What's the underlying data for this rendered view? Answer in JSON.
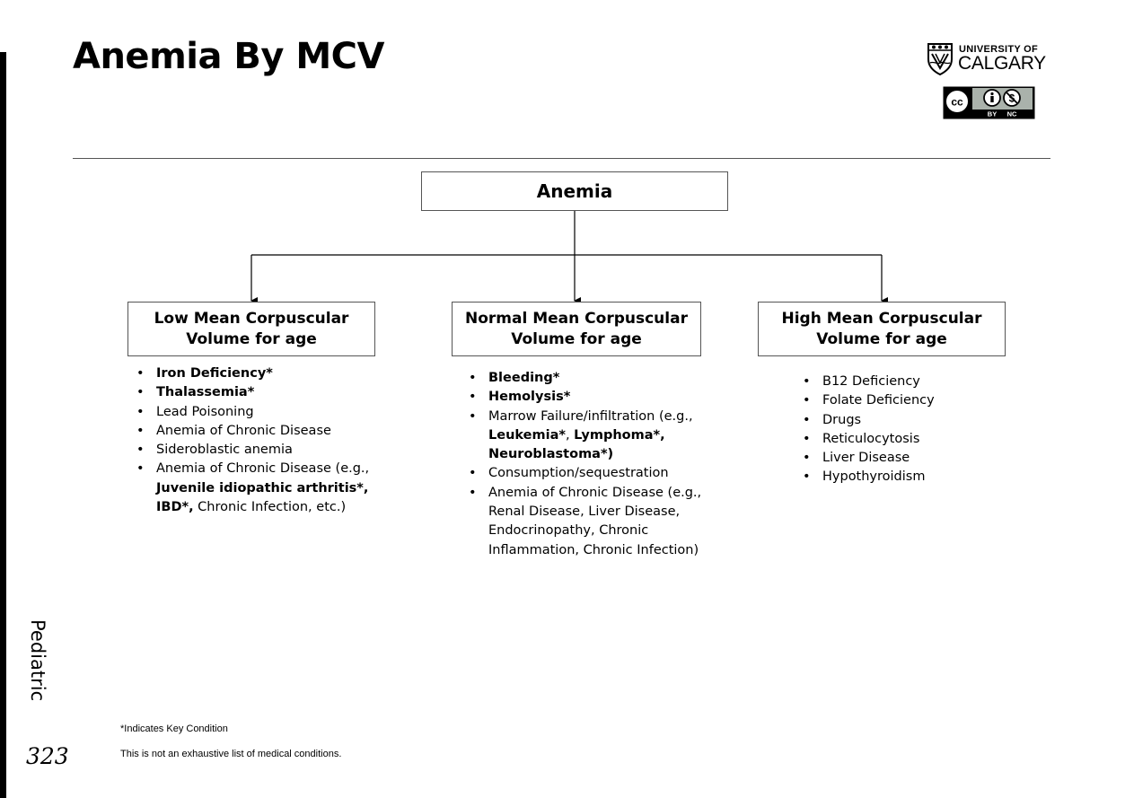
{
  "page": {
    "title": "Anemia By MCV",
    "side_label": "Pediatric",
    "page_number": "323"
  },
  "logo": {
    "line1": "UNIVERSITY OF",
    "line2": "CALGARY",
    "license_icon": "cc-by-nc-icon",
    "license_labels": [
      "BY",
      "NC"
    ]
  },
  "diagram": {
    "root": "Anemia",
    "categories": [
      {
        "title": "Low Mean Corpuscular Volume for age",
        "items": [
          [
            {
              "t": "Iron Deficiency*",
              "b": true
            }
          ],
          [
            {
              "t": "Thalassemia*",
              "b": true
            }
          ],
          [
            {
              "t": "Lead Poisoning",
              "b": false
            }
          ],
          [
            {
              "t": "Anemia of Chronic Disease",
              "b": false
            }
          ],
          [
            {
              "t": "Sideroblastic anemia",
              "b": false
            }
          ],
          [
            {
              "t": "Anemia of Chronic Disease (e.g., ",
              "b": false
            },
            {
              "t": "Juvenile idiopathic arthritis*, IBD*,",
              "b": true
            },
            {
              "t": " Chronic Infection, etc.)",
              "b": false
            }
          ]
        ]
      },
      {
        "title": "Normal Mean Corpuscular Volume for age",
        "items": [
          [
            {
              "t": "Bleeding*",
              "b": true
            }
          ],
          [
            {
              "t": "Hemolysis*",
              "b": true
            }
          ],
          [
            {
              "t": "Marrow Failure/infiltration (e.g., ",
              "b": false
            },
            {
              "t": "Leukemia*",
              "b": true
            },
            {
              "t": ", ",
              "b": false
            },
            {
              "t": "Lymphoma*, Neuroblastoma*)",
              "b": true
            }
          ],
          [
            {
              "t": "Consumption/sequestration",
              "b": false
            }
          ],
          [
            {
              "t": "Anemia of Chronic Disease (e.g., Renal Disease, Liver Disease, Endocrinopathy, Chronic Inflammation, Chronic Infection)",
              "b": false
            }
          ]
        ]
      },
      {
        "title": "High Mean Corpuscular Volume for age",
        "items": [
          [
            {
              "t": "B12 Deficiency",
              "b": false
            }
          ],
          [
            {
              "t": "Folate Deficiency",
              "b": false
            }
          ],
          [
            {
              "t": "Drugs",
              "b": false
            }
          ],
          [
            {
              "t": "Reticulocytosis",
              "b": false
            }
          ],
          [
            {
              "t": "Liver Disease",
              "b": false
            }
          ],
          [
            {
              "t": "Hypothyroidism",
              "b": false
            }
          ]
        ]
      }
    ]
  },
  "footnotes": {
    "key": "*Indicates Key Condition",
    "disclaimer": "This is not an exhaustive list of medical conditions."
  },
  "colors": {
    "text": "#000000",
    "line": "#555555",
    "background": "#ffffff"
  }
}
